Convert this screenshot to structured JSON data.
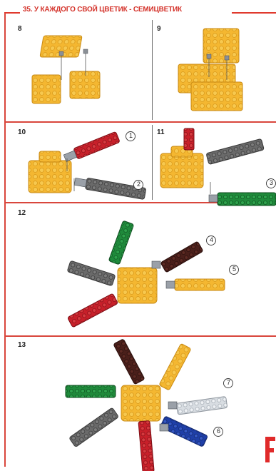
{
  "header": {
    "title": "35. У КАЖДОГО СВОЙ ЦВЕТИК - СЕМИЦВЕТИК"
  },
  "steps": [
    {
      "number": "8"
    },
    {
      "number": "9"
    },
    {
      "number": "10",
      "callouts": [
        "1",
        "2"
      ]
    },
    {
      "number": "11",
      "callouts": [
        "3"
      ]
    },
    {
      "number": "12",
      "callouts": [
        "4",
        "5"
      ]
    },
    {
      "number": "13",
      "callouts": [
        "7",
        "6"
      ]
    }
  ],
  "colors": {
    "accent": "#d9463c",
    "yellow": "#f4b731",
    "red": "#c8202a",
    "gray": "#6a6a6a",
    "green": "#1f8a3b",
    "brown": "#4a1f1a",
    "blue": "#1f3fa8",
    "light": "#d8dde2"
  }
}
